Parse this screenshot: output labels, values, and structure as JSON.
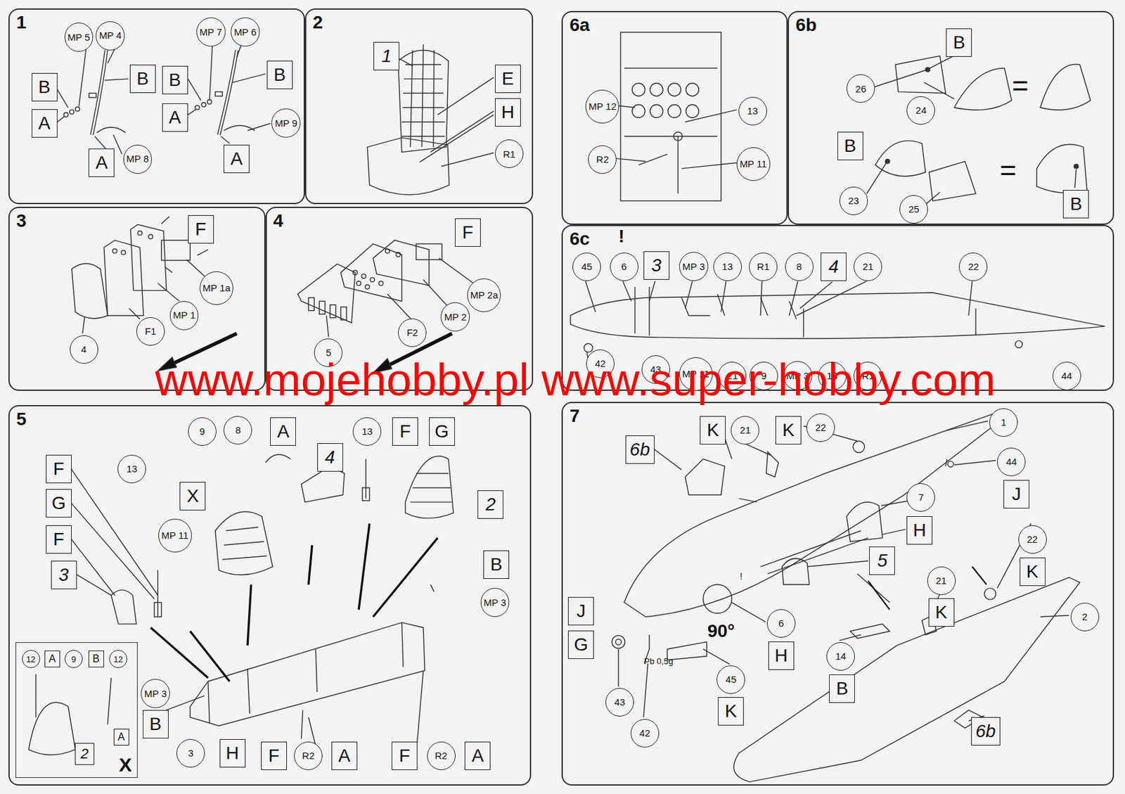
{
  "diagram": {
    "nodes": [
      {
        "text": [
          "1"
        ]
      },
      {
        "text": [
          "MP 5"
        ],
        "in": 0
      },
      {
        "text": [
          "MP 4"
        ],
        "in": 0
      },
      {
        "text": [
          "B"
        ],
        "in": 0
      },
      {
        "text": [
          "B"
        ],
        "in": 0
      },
      {
        "text": [
          "A"
        ],
        "in": 0
      },
      {
        "text": [
          "A"
        ],
        "in": 0
      },
      {
        "text": [
          "MP 8"
        ],
        "in": 0
      },
      {
        "text": [
          "MP 7"
        ],
        "in": 0
      },
      {
        "text": [
          "MP 6"
        ],
        "in": 0
      },
      {
        "text": [
          "B"
        ],
        "in": 0
      },
      {
        "text": [
          "B"
        ],
        "in": 0
      },
      {
        "text": [
          "A"
        ],
        "in": 0
      },
      {
        "text": [
          "A"
        ],
        "in": 0
      },
      {
        "text": [
          "MP 9"
        ],
        "in": 0
      },
      {
        "text": [
          "2"
        ]
      },
      {
        "text": [
          "1"
        ],
        "in": 15
      },
      {
        "text": [
          "E"
        ],
        "in": 15
      },
      {
        "text": [
          "H"
        ],
        "in": 15
      },
      {
        "text": [
          "R1"
        ],
        "in": 15
      },
      {
        "text": [
          "3"
        ]
      },
      {
        "text": [
          "F"
        ],
        "in": 20
      },
      {
        "text": [
          "MP 1a"
        ],
        "in": 20
      },
      {
        "text": [
          "MP 1"
        ],
        "in": 20
      },
      {
        "text": [
          "F1"
        ],
        "in": 20
      },
      {
        "text": [
          "4"
        ],
        "in": 20
      },
      {
        "text": [
          "4"
        ]
      },
      {
        "text": [
          "F"
        ],
        "in": 26
      },
      {
        "text": [
          "MP 2a"
        ],
        "in": 26
      },
      {
        "text": [
          "MP 2"
        ],
        "in": 26
      },
      {
        "text": [
          "F2"
        ],
        "in": 26
      },
      {
        "text": [
          "5"
        ],
        "in": 26
      },
      {
        "text": [
          "5"
        ]
      },
      {
        "text": [
          "9"
        ],
        "in": 32
      },
      {
        "text": [
          "8"
        ],
        "in": 32
      },
      {
        "text": [
          "A"
        ],
        "in": 32
      },
      {
        "text": [
          "4"
        ],
        "in": 32
      },
      {
        "text": [
          "13"
        ],
        "in": 32
      },
      {
        "text": [
          "F"
        ],
        "in": 32
      },
      {
        "text": [
          "G"
        ],
        "in": 32
      },
      {
        "text": [
          "X"
        ],
        "in": 32
      },
      {
        "text": [
          "MP 11"
        ],
        "in": 32
      },
      {
        "text": [
          "13"
        ],
        "in": 32
      },
      {
        "text": [
          "F"
        ],
        "in": 32
      },
      {
        "text": [
          "G"
        ],
        "in": 32
      },
      {
        "text": [
          "F"
        ],
        "in": 32
      },
      {
        "text": [
          "3"
        ],
        "in": 32
      },
      {
        "text": [
          "2"
        ],
        "in": 32
      },
      {
        "text": [
          "B"
        ],
        "in": 32
      },
      {
        "text": [
          "MP 3"
        ],
        "in": 32
      },
      {
        "text": [
          "MP 3"
        ],
        "in": 32
      },
      {
        "text": [
          "B"
        ],
        "in": 32
      },
      {
        "text": [
          "3"
        ],
        "in": 32
      },
      {
        "text": [
          "H"
        ],
        "in": 32
      },
      {
        "text": [
          "F"
        ],
        "in": 32
      },
      {
        "text": [
          "R2"
        ],
        "in": 32
      },
      {
        "text": [
          "A"
        ],
        "in": 32
      },
      {
        "text": [
          "F"
        ],
        "in": 32
      },
      {
        "text": [
          "R2"
        ],
        "in": 32
      },
      {
        "text": [
          "A"
        ],
        "in": 32
      },
      {
        "text": [
          "X"
        ],
        "in": 32
      },
      {
        "text": [
          "12"
        ],
        "in": 60
      },
      {
        "text": [
          "A"
        ],
        "in": 60
      },
      {
        "text": [
          "9"
        ],
        "in": 60
      },
      {
        "text": [
          "B"
        ],
        "in": 60
      },
      {
        "text": [
          "12"
        ],
        "in": 60
      },
      {
        "text": [
          "A"
        ],
        "in": 60
      },
      {
        "text": [
          "2"
        ],
        "in": 60
      },
      {
        "text": [
          "6a"
        ]
      },
      {
        "text": [
          "MP 12"
        ],
        "in": 68
      },
      {
        "text": [
          "R2"
        ],
        "in": 68
      },
      {
        "text": [
          "13"
        ],
        "in": 68
      },
      {
        "text": [
          "MP 11"
        ],
        "in": 68
      },
      {
        "text": [
          "6b"
        ]
      },
      {
        "text": [
          "B"
        ],
        "in": 73
      },
      {
        "text": [
          "26"
        ],
        "in": 73
      },
      {
        "text": [
          "24"
        ],
        "in": 73
      },
      {
        "text": [
          "B"
        ],
        "in": 73
      },
      {
        "text": [
          "23"
        ],
        "in": 73
      },
      {
        "text": [
          "25"
        ],
        "in": 73
      },
      {
        "text": [
          "B"
        ],
        "in": 73
      },
      {
        "text": [
          "6c"
        ]
      },
      {
        "text": [
          "45"
        ],
        "in": 81
      },
      {
        "text": [
          "6"
        ],
        "in": 81
      },
      {
        "text": [
          "3"
        ],
        "in": 81
      },
      {
        "text": [
          "MP 3"
        ],
        "in": 81
      },
      {
        "text": [
          "13"
        ],
        "in": 81
      },
      {
        "text": [
          "R1"
        ],
        "in": 81
      },
      {
        "text": [
          "8"
        ],
        "in": 81
      },
      {
        "text": [
          "4"
        ],
        "in": 81
      },
      {
        "text": [
          "21"
        ],
        "in": 81
      },
      {
        "text": [
          "22"
        ],
        "in": 81
      },
      {
        "text": [
          "42"
        ],
        "in": 81
      },
      {
        "text": [
          "43"
        ],
        "in": 81
      },
      {
        "text": [
          "MP 11"
        ],
        "in": 81
      },
      {
        "text": [
          "21"
        ],
        "in": 81
      },
      {
        "text": [
          "9"
        ],
        "in": 81
      },
      {
        "text": [
          "MP 3"
        ],
        "in": 81
      },
      {
        "text": [
          "13"
        ],
        "in": 81
      },
      {
        "text": [
          "R1"
        ],
        "in": 81
      },
      {
        "text": [
          "44"
        ],
        "in": 81
      },
      {
        "text": [
          "7"
        ]
      },
      {
        "text": [
          "K"
        ],
        "in": 101
      },
      {
        "text": [
          "21"
        ],
        "in": 101
      },
      {
        "text": [
          "K"
        ],
        "in": 101
      },
      {
        "text": [
          "22"
        ],
        "in": 101
      },
      {
        "text": [
          "1"
        ],
        "in": 101
      },
      {
        "text": [
          "44"
        ],
        "in": 101
      },
      {
        "text": [
          "J"
        ],
        "in": 101
      },
      {
        "text": [
          "6b"
        ],
        "in": 101
      },
      {
        "text": [
          "7"
        ],
        "in": 101
      },
      {
        "text": [
          "H"
        ],
        "in": 101
      },
      {
        "text": [
          "5"
        ],
        "in": 101
      },
      {
        "text": [
          "22"
        ],
        "in": 101
      },
      {
        "text": [
          "K"
        ],
        "in": 101
      },
      {
        "text": [
          "21"
        ],
        "in": 101
      },
      {
        "text": [
          "K"
        ],
        "in": 101
      },
      {
        "text": [
          "2"
        ],
        "in": 101
      },
      {
        "text": [
          "J"
        ],
        "in": 101
      },
      {
        "text": [
          "G"
        ],
        "in": 101
      },
      {
        "text": [
          "6"
        ],
        "in": 101
      },
      {
        "text": [
          "H"
        ],
        "in": 101
      },
      {
        "text": [
          "14"
        ],
        "in": 101
      },
      {
        "text": [
          "B"
        ],
        "in": 101
      },
      {
        "text": [
          "45"
        ],
        "in": 101
      },
      {
        "text": [
          "K"
        ],
        "in": 101
      },
      {
        "text": [
          "43"
        ],
        "in": 101
      },
      {
        "text": [
          "42"
        ],
        "in": 101
      },
      {
        "text": [
          "6b"
        ],
        "in": 101
      }
    ],
    "labels": [
      "www.mojehobby.pl www.super-hobby.com",
      "!",
      "=",
      "=",
      "!",
      "90°",
      "Pb 0,5g"
    ]
  }
}
